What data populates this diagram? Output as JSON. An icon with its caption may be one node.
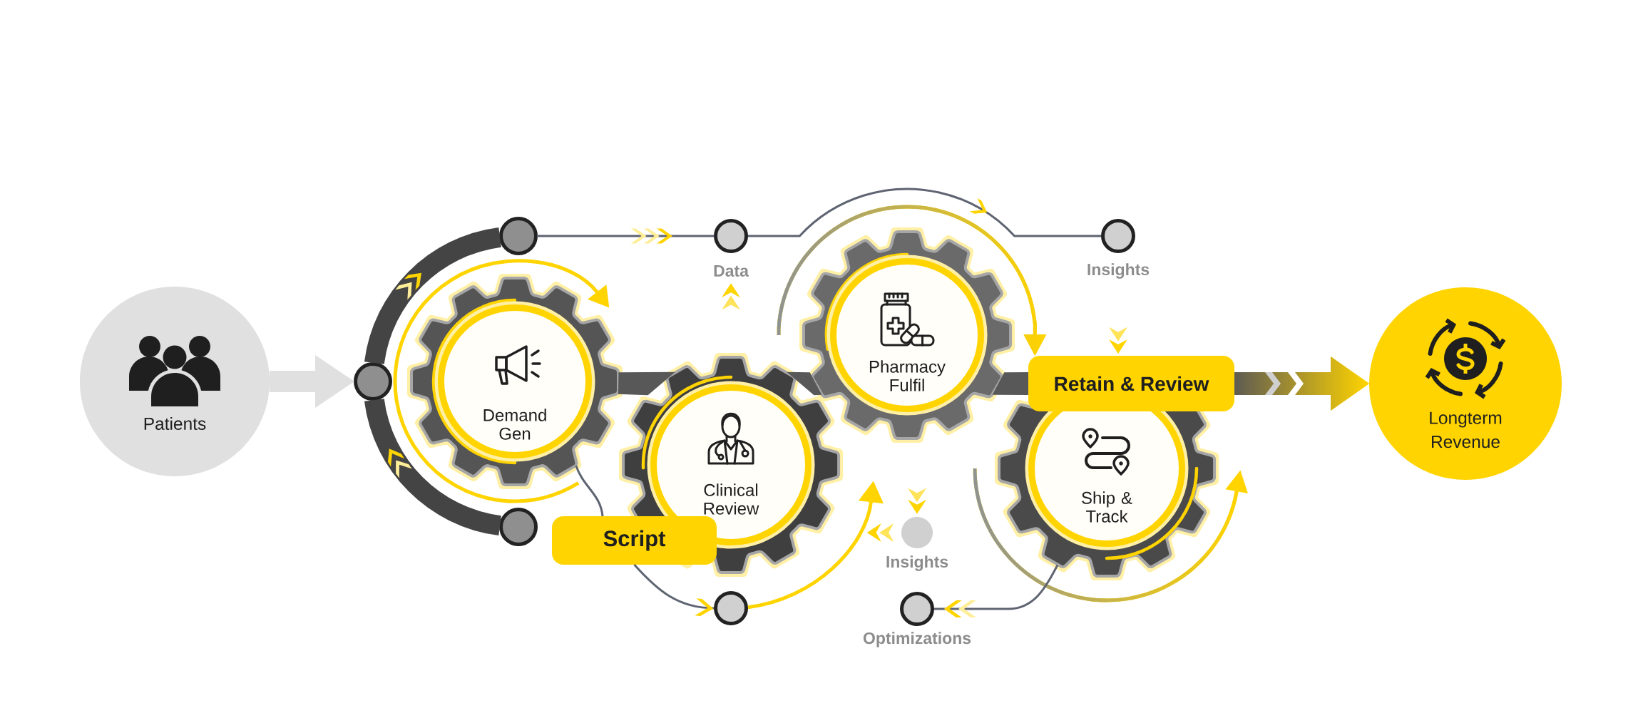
{
  "diagram": {
    "nodes": [
      {
        "text": [
          "Patients"
        ]
      },
      {
        "text": [],
        "shape": "circle"
      },
      {
        "text": [],
        "shape": "circle"
      },
      {
        "text": [],
        "shape": "circle"
      },
      {
        "text": [
          "Demand Gen"
        ]
      },
      {
        "text": [],
        "shape": "circle",
        "beside": [
          "Data"
        ]
      },
      {
        "text": [
          "Clinical Review"
        ]
      },
      {
        "text": [
          "Script"
        ]
      },
      {
        "text": [],
        "shape": "circle"
      },
      {
        "text": [
          "Pharmacy Fulfil"
        ]
      },
      {
        "text": [],
        "shape": "circle",
        "beside": [
          "Insights"
        ]
      },
      {
        "text": [],
        "shape": "circle",
        "beside": [
          "Optimizations"
        ]
      },
      {
        "text": [],
        "shape": "circle",
        "beside": [
          "Insights"
        ]
      },
      {
        "text": [
          "Ship & Track"
        ]
      },
      {
        "text": [
          "Retain & Review"
        ]
      },
      {
        "text": [
          "Longterm Revenue"
        ]
      }
    ],
    "edges": [
      {
        "from": 0,
        "to": 2,
        "arrow": "to",
        "style": "thick",
        "color": "#e0e0e0"
      },
      {
        "from": 3,
        "to": 2,
        "arrow": "to",
        "style": "thick",
        "color": "#444444"
      },
      {
        "from": 2,
        "to": 1,
        "arrow": "to",
        "style": "thick",
        "color": "#444444"
      },
      {
        "from": 1,
        "to": 5,
        "arrow": "to"
      },
      {
        "from": 5,
        "to": 12,
        "arrow": "to"
      },
      {
        "from": 4,
        "to": 7,
        "arrow": "none"
      },
      {
        "from": 7,
        "to": 8,
        "arrow": "to"
      },
      {
        "from": 8,
        "to": null,
        "arrow": "to",
        "color": "#ffd400"
      },
      {
        "from": 6,
        "to": 5,
        "arrow": "to",
        "color": "#ffd400"
      },
      {
        "from": 9,
        "to": 10,
        "arrow": "to",
        "color": "#ffd400"
      },
      {
        "from": 10,
        "to": 6,
        "arrow": "to",
        "color": "#ffd400"
      },
      {
        "from": 13,
        "to": 11,
        "arrow": "to"
      },
      {
        "from": 12,
        "to": 14,
        "arrow": "to",
        "color": "#ffd400"
      },
      {
        "from": 14,
        "to": 15,
        "arrow": "to",
        "style": "thick",
        "color": "#ffd400"
      },
      {
        "from": null,
        "to": 14,
        "arrow": "to",
        "color": "#ffd400"
      },
      {
        "from": 4,
        "to": 6,
        "arrow": "none",
        "style": "thick",
        "color": "#585858"
      },
      {
        "from": 6,
        "to": 9,
        "arrow": "none",
        "style": "thick",
        "color": "#585858"
      },
      {
        "from": 9,
        "to": 14,
        "arrow": "none",
        "style": "thick",
        "color": "#585858"
      }
    ]
  }
}
